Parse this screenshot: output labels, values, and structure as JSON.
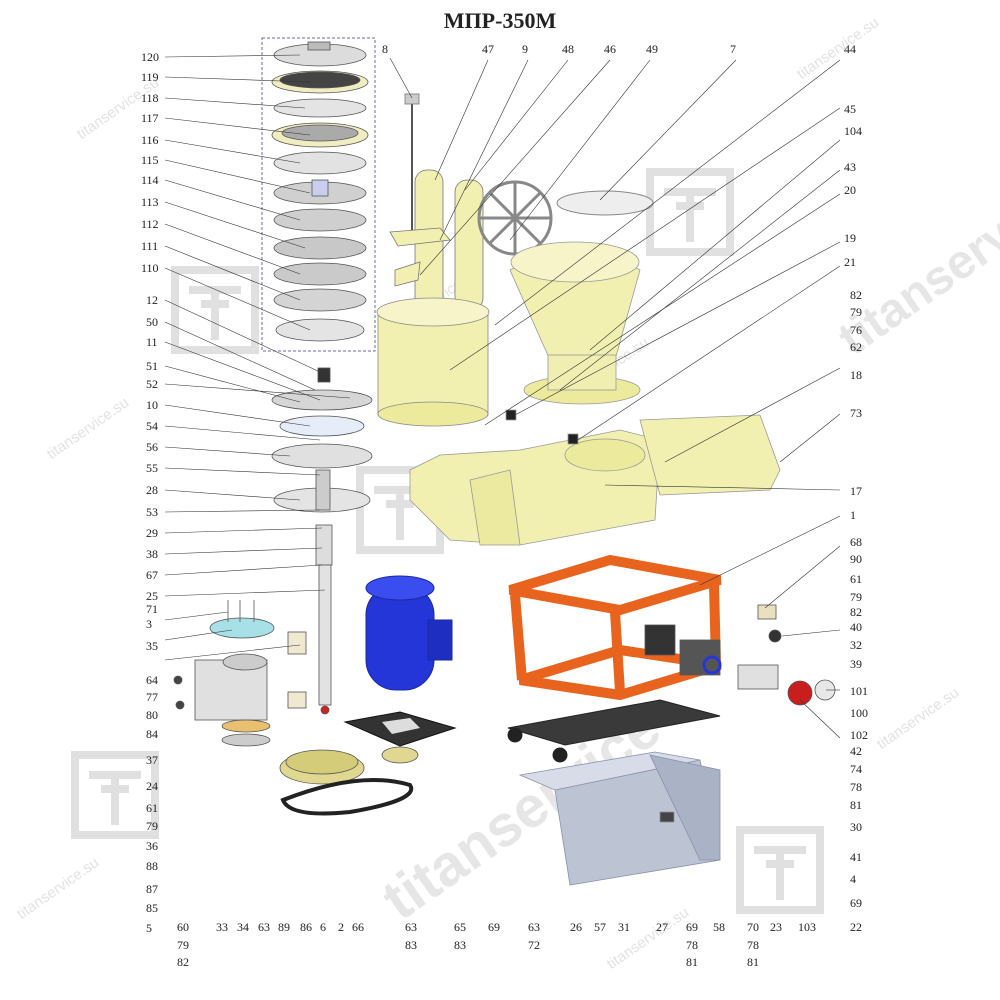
{
  "title": "МПР-350М",
  "watermark": {
    "text_small": "titanservice.su",
    "text_large": "titanservice",
    "logo_icon": "titan-logo-icon"
  },
  "colors": {
    "housing": "#f2f0b0",
    "frame": "#e8641e",
    "motor": "#2436d8",
    "cover": "#bcc4d4",
    "disc": "#d8d8d8",
    "dark": "#3a3a3a"
  },
  "labels": {
    "left": [
      "120",
      "119",
      "118",
      "117",
      "116",
      "115",
      "114",
      "113",
      "112",
      "111",
      "110",
      "12",
      "50",
      "11",
      "51",
      "52",
      "10",
      "54",
      "56",
      "55",
      "28",
      "53",
      "29",
      "38",
      "67",
      "25",
      "71",
      "3",
      "35",
      "64",
      "77",
      "80",
      "84",
      "37",
      "24",
      "61",
      "79",
      "36",
      "88",
      "87",
      "85",
      "5"
    ],
    "top": [
      "8",
      "47",
      "9",
      "48",
      "46",
      "49",
      "7",
      "44",
      "45",
      "104",
      "43",
      "20",
      "19",
      "21",
      "82",
      "79",
      "76",
      "62",
      "18",
      "73",
      "17",
      "1",
      "68",
      "90",
      "61",
      "79",
      "82",
      "40",
      "32",
      "39",
      "101",
      "100",
      "102",
      "42",
      "74",
      "78",
      "81",
      "30",
      "41",
      "4",
      "69",
      "22"
    ],
    "bottom": [
      "60",
      "79",
      "82",
      "33",
      "34",
      "63",
      "89",
      "86",
      "6",
      "2",
      "66",
      "63",
      "83",
      "65",
      "83",
      "69",
      "63",
      "72",
      "26",
      "57",
      "31",
      "27",
      "69",
      "78",
      "81",
      "58",
      "70",
      "78",
      "81",
      "23",
      "103"
    ]
  }
}
